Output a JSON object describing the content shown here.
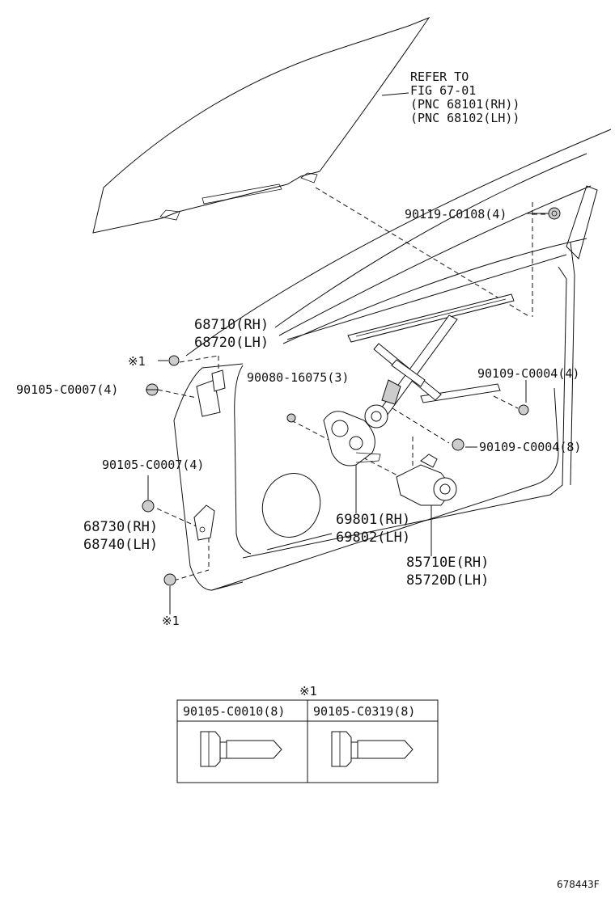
{
  "ref_note": {
    "line1": "REFER TO",
    "line2": "FIG 67-01",
    "line3": "(PNC 68101(RH))",
    "line4": "(PNC 68102(LH))"
  },
  "labels": {
    "p90119": "90119-C0108(4)",
    "p68710": "68710(RH)",
    "p68720": "68720(LH)",
    "mark1_top": "※1",
    "p90105_c0007_top": "90105-C0007(4)",
    "p90080": "90080-16075(3)",
    "p90109_4": "90109-C0004(4)",
    "p90109_8": "90109-C0004(8)",
    "p90105_c0007_mid": "90105-C0007(4)",
    "p68730": "68730(RH)",
    "p68740": "68740(LH)",
    "p69801": "69801(RH)",
    "p69802": "69802(LH)",
    "p85710": "85710E(RH)",
    "p85720": "85720D(LH)",
    "mark1_bottom": "※1"
  },
  "table": {
    "mark": "※1",
    "col1": "90105-C0010(8)",
    "col2": "90105-C0319(8)"
  },
  "figure_id": "678443F"
}
